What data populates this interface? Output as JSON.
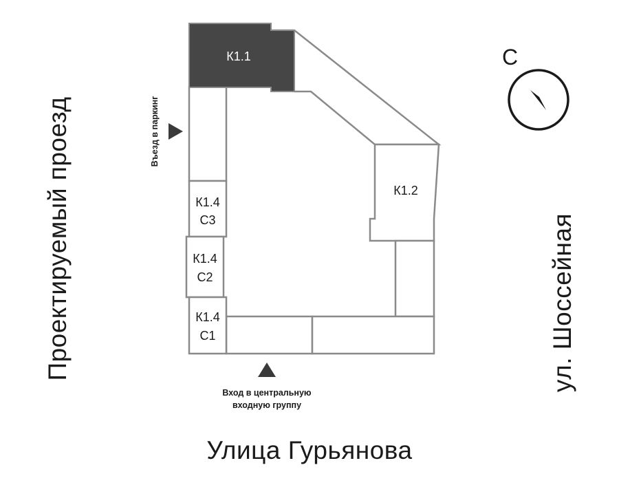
{
  "streets": {
    "bottom": "Улица Гурьянова",
    "left": "Проектируемый проезд",
    "right": "ул. Шоссейная"
  },
  "entrances": {
    "central": {
      "line1": "Вход в центральную",
      "line2": "входную группу"
    },
    "parking": "Въезд в паркинг"
  },
  "buildings": {
    "k11": "К1.1",
    "k12": "К1.2",
    "k14c3": {
      "line1": "К1.4",
      "line2": "С3"
    },
    "k14c2": {
      "line1": "К1.4",
      "line2": "С2"
    },
    "k14c1": {
      "line1": "К1.4",
      "line2": "С1"
    }
  },
  "compass": {
    "label": "С"
  },
  "colors": {
    "highlight": "#444444",
    "outline": "#888888",
    "text": "#1a1a1a"
  }
}
